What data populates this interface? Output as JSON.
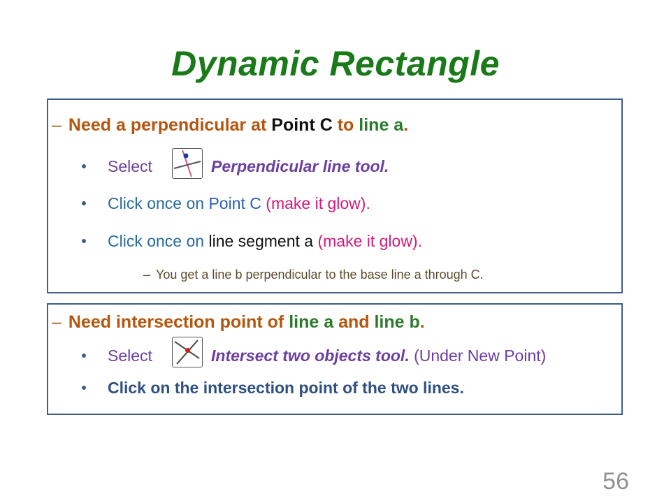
{
  "title": "Dynamic Rectangle",
  "section1": {
    "dash": "–",
    "head_parts": [
      "Need a perpendicular at ",
      "Point C",
      " to ",
      "line a",
      "."
    ],
    "bullets": [
      {
        "parts": [
          "Select",
          "Perpendicular line tool."
        ]
      },
      {
        "parts": [
          "Click once on ",
          "Point C",
          " (make it glow)."
        ]
      },
      {
        "parts": [
          "Click once on ",
          "line segment a",
          " (make it glow)."
        ]
      }
    ],
    "sub": {
      "dash": "–",
      "text": "You get a line b perpendicular to the base line a through C."
    }
  },
  "section2": {
    "dash": "–",
    "head_parts": [
      "Need intersection point of ",
      "line a",
      " and ",
      "line b",
      "."
    ],
    "bullets": [
      {
        "parts": [
          "Select",
          "Intersect two objects tool.",
          " (Under New Point)"
        ]
      },
      {
        "parts": [
          "Click on the intersection point of the two lines."
        ]
      }
    ]
  },
  "icons": {
    "perpendicular": "perpendicular-line-tool-icon",
    "intersect": "intersect-two-objects-tool-icon"
  },
  "page_number": "56",
  "colors": {
    "title": "#1a7a1a",
    "border": "#3f5f86",
    "orange": "#b5560f",
    "green": "#2c7a2c",
    "purple": "#6b3fa0",
    "blue": "#2860b8",
    "magenta": "#d3197a"
  }
}
